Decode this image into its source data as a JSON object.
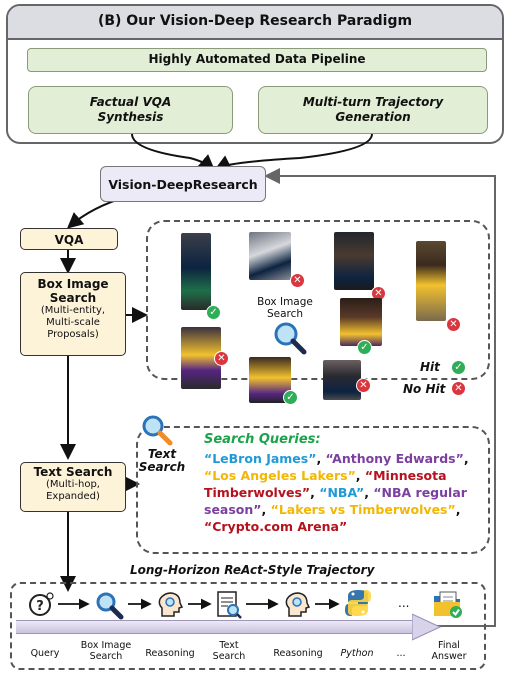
{
  "header": {
    "title": "(B) Our Vision-Deep Research Paradigm"
  },
  "pipeline": {
    "label": "Highly Automated Data Pipeline",
    "left_box": [
      "Factual VQA",
      "Synthesis"
    ],
    "right_box": [
      "Multi-turn Trajectory",
      "Generation"
    ]
  },
  "core": {
    "label": "Vision-DeepResearch"
  },
  "vqa": {
    "label": "VQA"
  },
  "box_search": {
    "title": [
      "Box Image",
      "Search"
    ],
    "sub": [
      "(Multi-entity,",
      "Multi-scale",
      "Proposals)"
    ],
    "center_label": [
      "Box Image",
      "Search"
    ]
  },
  "legend": {
    "hit": "Hit",
    "nohit": "No Hit"
  },
  "text_search": {
    "title": "Text Search",
    "sub": [
      "(Multi-hop,",
      "Expanded)"
    ],
    "icon_label": [
      "Text",
      "Search"
    ]
  },
  "queries": {
    "title": "Search Queries:",
    "items": [
      {
        "text": "“LeBron James”",
        "color": "#1e9ad6"
      },
      {
        "text": "“Anthony Edwards”",
        "color": "#7b3fa0"
      },
      {
        "text": "“Los Angeles Lakers”",
        "color": "#f2b705"
      },
      {
        "text": "“Minnesota Timberwolves”",
        "color": "#b3121e"
      },
      {
        "text": "“NBA”",
        "color": "#1e9ad6"
      },
      {
        "text": "“NBA regular season”",
        "color": "#7b3fa0"
      },
      {
        "text": "“Lakers vs Timberwolves”",
        "color": "#f2b705"
      },
      {
        "text": "“Crypto.com Arena”",
        "color": "#b3121e"
      }
    ],
    "separator": ", "
  },
  "trajectory": {
    "title": "Long-Horizon ReAct-Style Trajectory",
    "ellipsis": "...",
    "steps": [
      {
        "label": [
          "Query"
        ],
        "icon": "query-icon",
        "italic": false
      },
      {
        "label": [
          "Box Image",
          "Search"
        ],
        "icon": "magnifier-icon",
        "italic": false
      },
      {
        "label": [
          "Reasoning"
        ],
        "icon": "reasoning-head-icon",
        "italic": false
      },
      {
        "label": [
          "Text",
          "Search"
        ],
        "icon": "document-search-icon",
        "italic": false
      },
      {
        "label": [
          "Reasoning"
        ],
        "icon": "reasoning-head-icon",
        "italic": false
      },
      {
        "label": [
          "Python"
        ],
        "icon": "python-icon",
        "italic": true
      },
      {
        "label": [
          "..."
        ],
        "icon": "ellipsis",
        "italic": false
      },
      {
        "label": [
          "Final",
          "Answer"
        ],
        "icon": "final-answer-icon",
        "italic": false
      }
    ]
  },
  "colors": {
    "hit": "#2fae58",
    "miss": "#d9363e",
    "lakers_gold": "#f2c12e",
    "lakers_purple": "#552583",
    "wolves_navy": "#0c2340"
  }
}
